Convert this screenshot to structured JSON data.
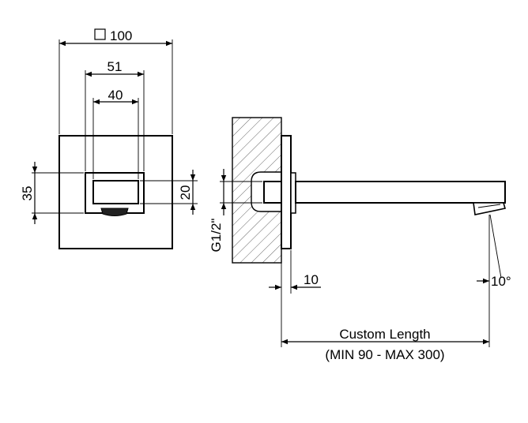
{
  "front_view": {
    "outer_width": "100",
    "outer_width_symbol": "square",
    "slot_width": "51",
    "opening_width": "40",
    "slot_height": "35",
    "opening_height": "20"
  },
  "side_view": {
    "thread": "G1/2\"",
    "plate_thickness": "10",
    "spout_angle": "10°",
    "length_label": "Custom Length",
    "length_range": "(MIN 90 - MAX 300)"
  }
}
